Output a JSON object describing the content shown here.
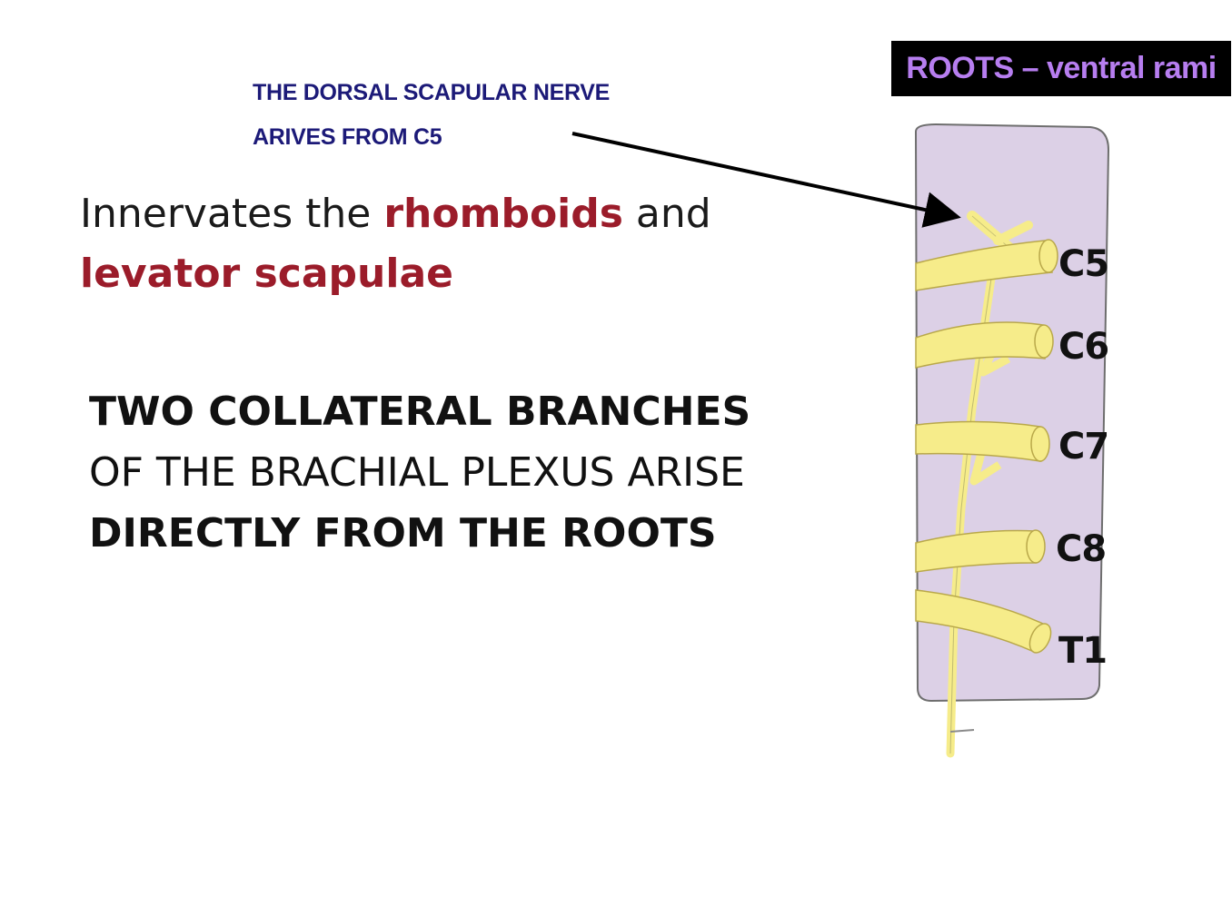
{
  "callout": {
    "line1": "THE DORSAL SCAPULAR NERVE",
    "line2": "ARIVES FROM C5"
  },
  "innervates": {
    "prefix": "Innervates the ",
    "muscle1": "rhomboids",
    "mid": " and",
    "muscle2": "levator scapulae"
  },
  "branches": {
    "line1": "TWO COLLATERAL BRANCHES",
    "line2": "OF THE BRACHIAL PLEXUS ARISE",
    "line3": "DIRECTLY FROM THE ROOTS"
  },
  "roots_badge": "ROOTS – ventral rami",
  "roots": [
    "C5",
    "C6",
    "C7",
    "C8",
    "T1"
  ],
  "colors": {
    "callout_text": "#1c1a78",
    "muscle_text": "#9b1c2a",
    "badge_bg": "#000000",
    "badge_text": "#b77ef0",
    "panel_fill": "#dcd0e6",
    "nerve_fill": "#f6ec8a"
  }
}
